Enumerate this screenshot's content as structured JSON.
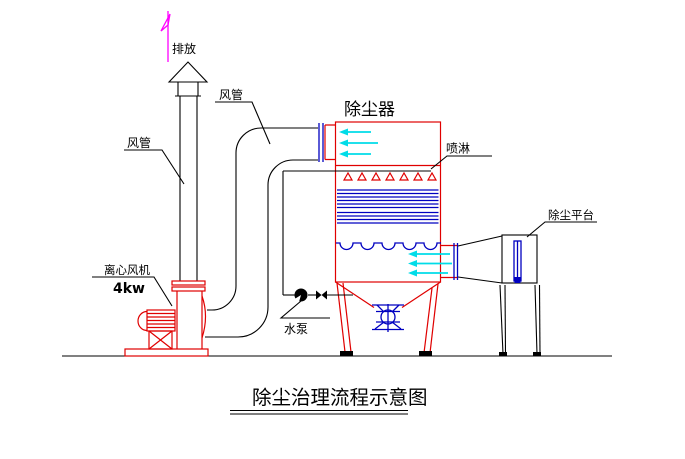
{
  "colors": {
    "black": "#000000",
    "red": "#e00000",
    "blue": "#0000c0",
    "cyan": "#00dce8",
    "magenta": "#ff00ff",
    "background": "#ffffff"
  },
  "labels": {
    "emission": "排放",
    "duct_upper": "风管",
    "duct_left": "风管",
    "dust_collector": "除尘器",
    "spray": "喷淋",
    "dust_platform": "除尘平台",
    "centrifugal_fan": "离心风机",
    "fan_power": "4kw",
    "water_pump": "水泵"
  },
  "title": {
    "text": "除尘治理流程示意图"
  }
}
